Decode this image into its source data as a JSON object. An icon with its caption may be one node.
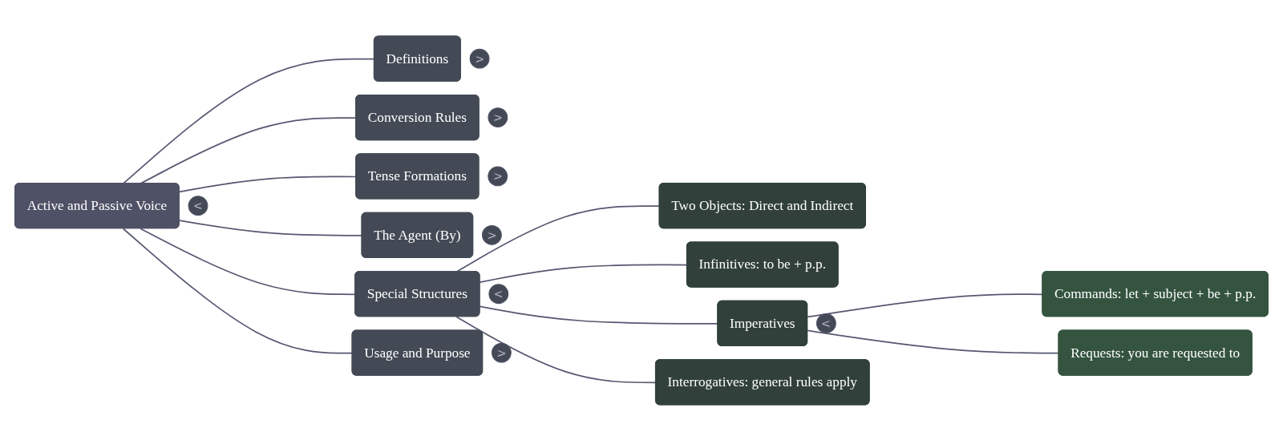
{
  "diagram": {
    "nodes": [
      {
        "text": [
          "Active and Passive Voice"
        ],
        "beside": [
          "<"
        ]
      },
      {
        "text": [
          "Definitions"
        ],
        "beside": [
          ">"
        ]
      },
      {
        "text": [
          "Conversion Rules"
        ],
        "beside": [
          ">"
        ]
      },
      {
        "text": [
          "Tense Formations"
        ],
        "beside": [
          ">"
        ]
      },
      {
        "text": [
          "The Agent (By)"
        ],
        "beside": [
          ">"
        ]
      },
      {
        "text": [
          "Special Structures"
        ],
        "beside": [
          "<"
        ]
      },
      {
        "text": [
          "Two Objects: Direct and Indirect"
        ]
      },
      {
        "text": [
          "Infinitives: to be + p.p."
        ]
      },
      {
        "text": [
          "Imperatives"
        ],
        "beside": [
          "<"
        ]
      },
      {
        "text": [
          "Commands: let + subject + be + p.p."
        ]
      },
      {
        "text": [
          "Requests: you are requested to"
        ]
      },
      {
        "text": [
          "Interrogatives: general rules apply"
        ]
      },
      {
        "text": [
          "Usage and Purpose"
        ],
        "beside": [
          ">"
        ]
      }
    ],
    "edges": [
      {
        "from": 0,
        "to": 1,
        "arrow": "none"
      },
      {
        "from": 0,
        "to": 2,
        "arrow": "none"
      },
      {
        "from": 0,
        "to": 3,
        "arrow": "none"
      },
      {
        "from": 0,
        "to": 4,
        "arrow": "none"
      },
      {
        "from": 0,
        "to": 5,
        "arrow": "none"
      },
      {
        "from": 5,
        "to": 6,
        "arrow": "none"
      },
      {
        "from": 5,
        "to": 7,
        "arrow": "none"
      },
      {
        "from": 5,
        "to": 8,
        "arrow": "none"
      },
      {
        "from": 8,
        "to": 9,
        "arrow": "none"
      },
      {
        "from": 8,
        "to": 10,
        "arrow": "none"
      },
      {
        "from": 5,
        "to": 11,
        "arrow": "none"
      },
      {
        "from": 0,
        "to": 12,
        "arrow": "none"
      }
    ]
  }
}
